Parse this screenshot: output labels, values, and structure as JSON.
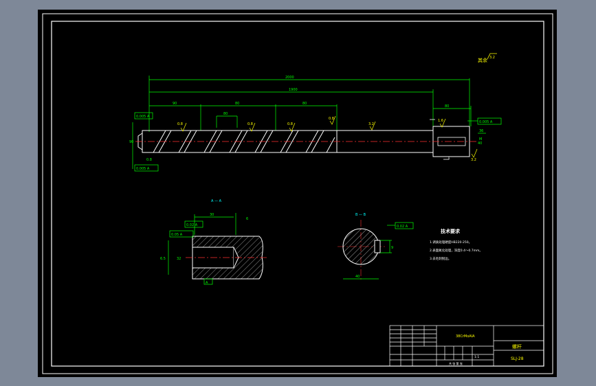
{
  "drawing": {
    "surface_roughness_note": "其余",
    "surface_roughness_value": "3.2",
    "overall_length": "2000",
    "dims": {
      "d1": "1900",
      "d2": "90",
      "d3": "80",
      "d4": "80",
      "d5": "80",
      "d6": "80",
      "d7": "90",
      "d8": "36",
      "d9": "40",
      "d10": "M",
      "d11": "0.8"
    },
    "roughness_marks": [
      "0.8",
      "0.8",
      "0.8",
      "0.8",
      "3.2",
      "1.6",
      "3.2"
    ],
    "tolerance_frames": [
      "0.005 A",
      "0.005 A",
      "0.05 A",
      "0.005 A",
      "0.02 A",
      "0.02 A"
    ],
    "section_a_label": "A — A",
    "section_b_label": "B — B",
    "section_a_dims": [
      "30",
      "6",
      "6.5",
      "32"
    ],
    "section_b_dims": [
      "9",
      "40"
    ],
    "view_label_t": "1",
    "datum_a": "A"
  },
  "tech_req": {
    "title": "技术要求",
    "lines": [
      "1.调质处理硬度HB220-250。",
      "2.表面氮化处理，深度0.4～0.7mm。",
      "3.去毛刺锐边。"
    ]
  },
  "title_block": {
    "part_name": "螺杆",
    "material": "38CrMoAlA",
    "drawing_no": "SLJ-28",
    "scale": "1:1",
    "sheet_info": "共 张 第 张"
  }
}
